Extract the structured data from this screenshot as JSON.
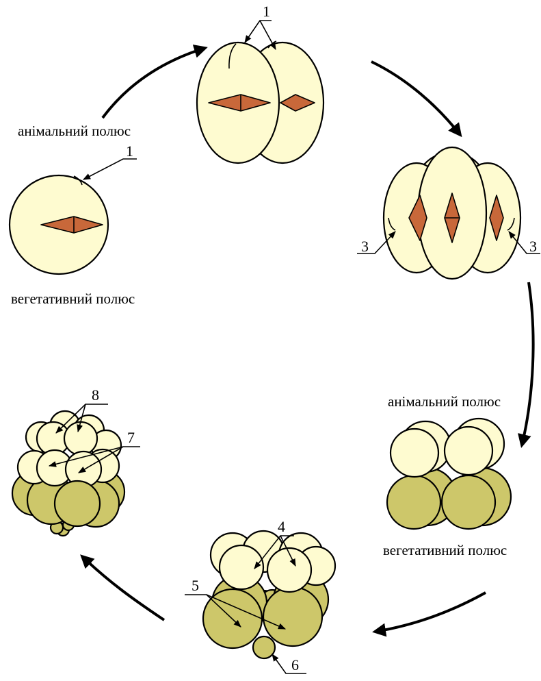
{
  "labels": {
    "animal_pole": "анімальний полюс",
    "vegetal_pole": "вегетативний полюс"
  },
  "markers": {
    "m1": "1",
    "m3": "3",
    "m4": "4",
    "m5": "5",
    "m6": "6",
    "m7": "7",
    "m8": "8"
  },
  "colors": {
    "animal_cell": "#fefbd0",
    "vegetal_cell": "#cdc76a",
    "spindle": "#c8683a",
    "outline": "#000000"
  }
}
